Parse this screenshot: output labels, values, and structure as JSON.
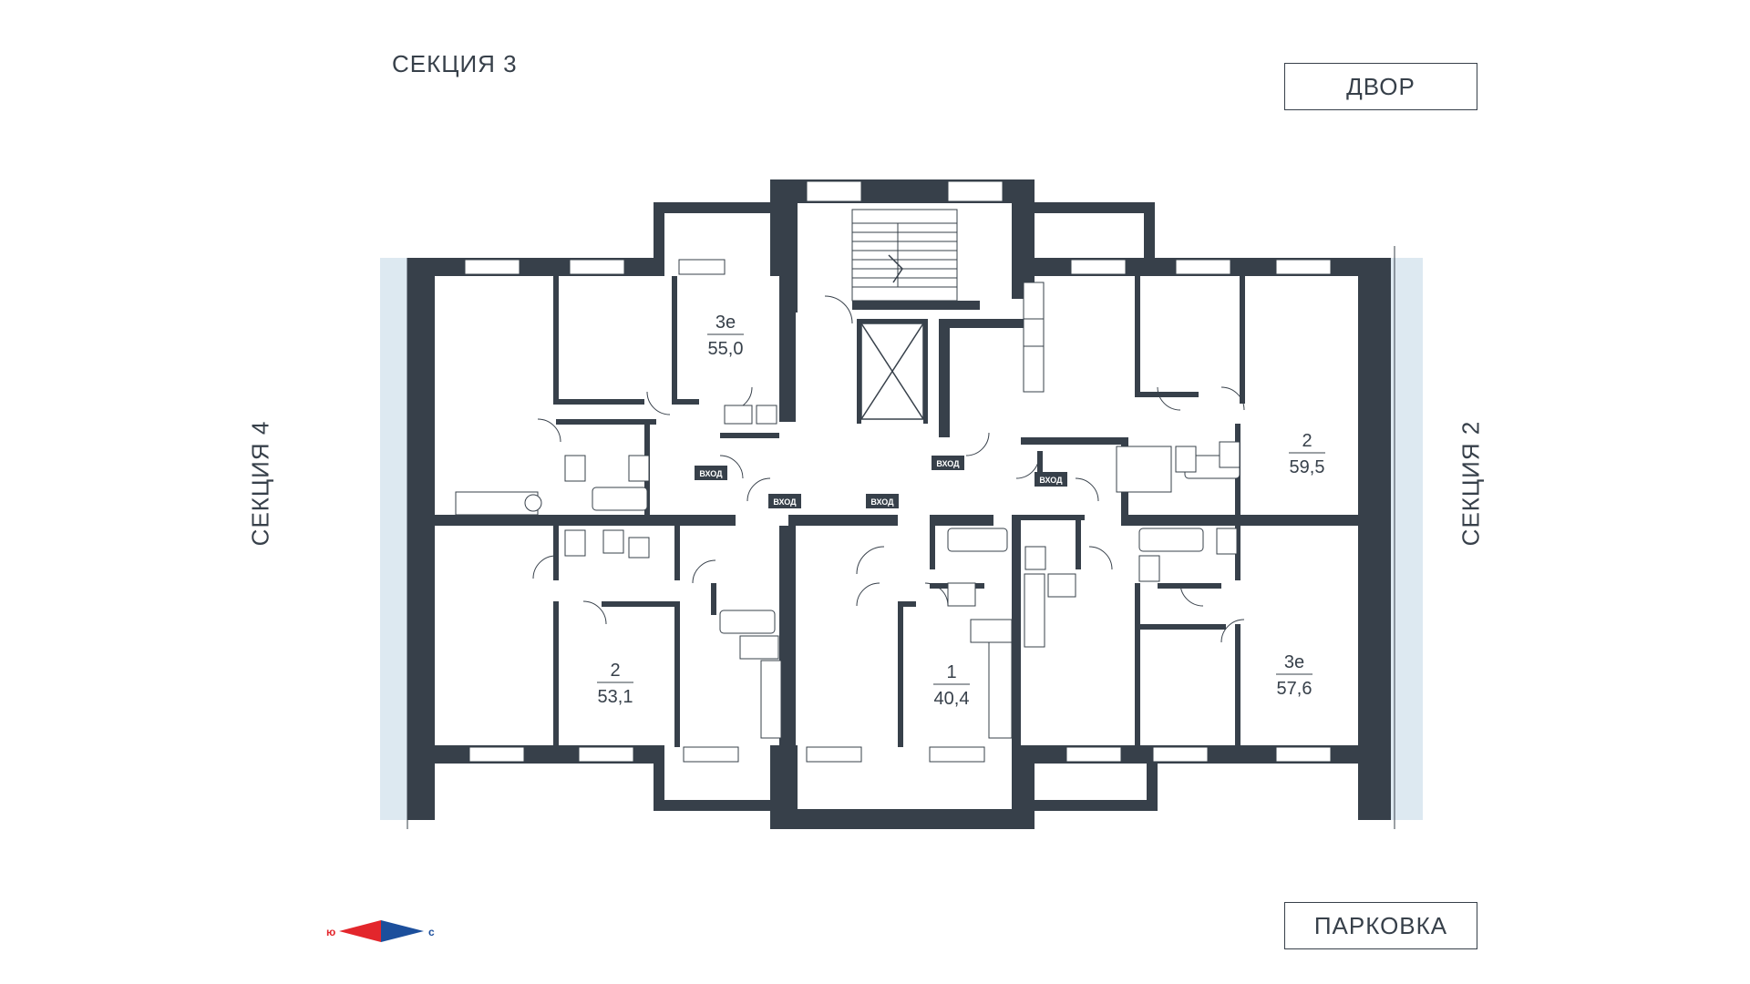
{
  "labels": {
    "section_3": "СЕКЦИЯ 3",
    "section_4": "СЕКЦИЯ 4",
    "section_2": "СЕКЦИЯ 2",
    "yard": "ДВОР",
    "parking": "ПАРКОВКА"
  },
  "entrance_label": "ВХОД",
  "apartments": [
    {
      "id": "apt-nw",
      "rooms": "3е",
      "area": "55,0"
    },
    {
      "id": "apt-ne",
      "rooms": "2",
      "area": "59,5"
    },
    {
      "id": "apt-sw",
      "rooms": "2",
      "area": "53,1"
    },
    {
      "id": "apt-s",
      "rooms": "1",
      "area": "40,4"
    },
    {
      "id": "apt-se",
      "rooms": "3е",
      "area": "57,6"
    }
  ],
  "compass": {
    "south_label": "ю",
    "north_label": "с",
    "south_color": "#e3262c",
    "north_color": "#1c4f9c"
  },
  "colors": {
    "wall": "#37404a",
    "background": "#ffffff",
    "neighbor_section": "#dde9f1"
  }
}
